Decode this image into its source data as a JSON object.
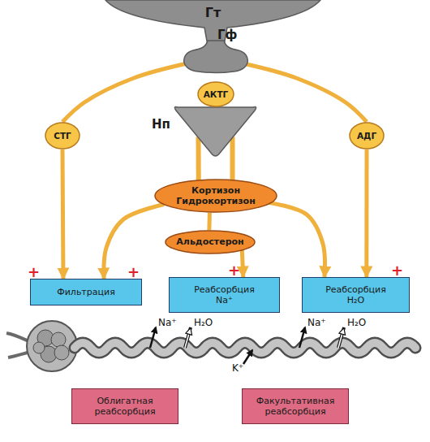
{
  "diagram": {
    "nodes": [
      {
        "text": [
          "Гт"
        ]
      },
      {
        "text": [
          "Гф"
        ]
      },
      {
        "text": [
          "АКТГ"
        ]
      },
      {
        "text": [
          "Нп"
        ]
      },
      {
        "text": [
          "СТГ"
        ]
      },
      {
        "text": [
          "АДГ"
        ]
      },
      {
        "text": [
          "Кортизон Гидрокортизон"
        ]
      },
      {
        "text": [
          "Альдостерон"
        ]
      },
      {
        "text": [
          "Фильтрация"
        ]
      },
      {
        "text": [
          "Реабсорбция Na⁺"
        ]
      },
      {
        "text": [
          "Реабсорбция H₂O"
        ]
      },
      {
        "text": [
          "Облигатная реабсорбция"
        ]
      },
      {
        "text": [
          "Факультативная реабсорбция"
        ]
      }
    ],
    "edges": [
      {
        "from": 1,
        "to": 4,
        "arrow": "none"
      },
      {
        "from": 4,
        "to": 8,
        "arrow": "to"
      },
      {
        "from": 1,
        "to": 5,
        "arrow": "none"
      },
      {
        "from": 5,
        "to": 10,
        "arrow": "to"
      },
      {
        "from": 3,
        "to": 6,
        "arrow": "none"
      },
      {
        "from": 3,
        "to": 6,
        "arrow": "none"
      },
      {
        "from": 6,
        "to": 8,
        "arrow": "to"
      },
      {
        "from": 6,
        "to": 7,
        "arrow": "none"
      },
      {
        "from": 6,
        "to": 10,
        "arrow": "to"
      },
      {
        "from": 7,
        "to": 9,
        "arrow": "to"
      }
    ],
    "labels": [
      "+",
      "+",
      "+",
      "+",
      "Na⁺",
      "H₂O",
      "Na⁺",
      "H₂O",
      "K⁺"
    ]
  }
}
